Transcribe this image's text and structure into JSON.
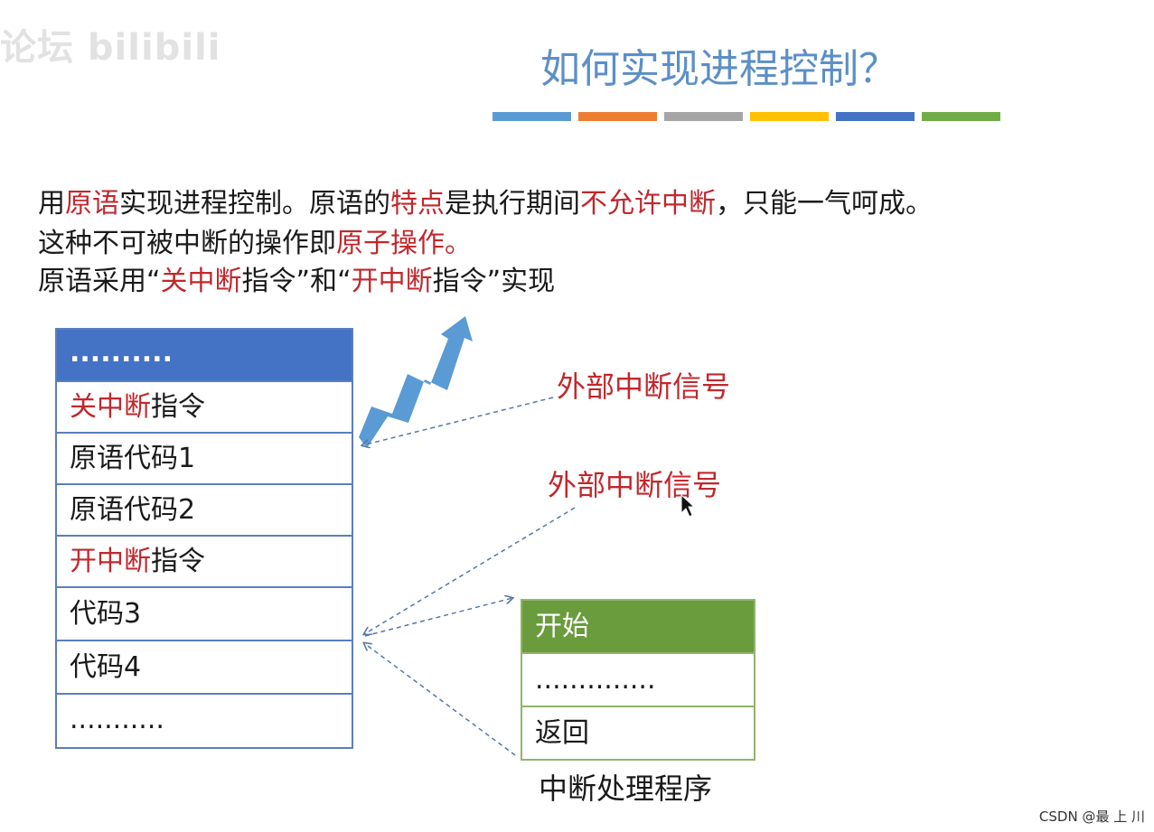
{
  "watermark": "论坛 bilibili",
  "title": "如何实现进程控制？",
  "color_bar": [
    "#5b9bd5",
    "#ed7d31",
    "#a5a5a5",
    "#ffc000",
    "#4472c4",
    "#70ad47"
  ],
  "paragraph": {
    "line1": [
      "用",
      "原语",
      "实现进程控制。原语的",
      "特点",
      "是执行期间",
      "不允许中断",
      "，只能一气呵成。"
    ],
    "line2": [
      "这种不可被中断的操作即",
      "原子操作。"
    ],
    "line3": [
      "原语采用“",
      "关中断",
      "指令”和“",
      "开中断",
      "指令”实现"
    ]
  },
  "stack": {
    "header": "..........",
    "rows": [
      {
        "red": "关中断",
        "rest": "指令"
      },
      {
        "red": "",
        "rest": "原语代码1"
      },
      {
        "red": "",
        "rest": "原语代码2"
      },
      {
        "red": "开中断",
        "rest": "指令"
      },
      {
        "red": "",
        "rest": "代码3"
      },
      {
        "red": "",
        "rest": "代码4"
      },
      {
        "red": "",
        "rest": "..........."
      }
    ]
  },
  "signals": [
    "外部中断信号",
    "外部中断信号"
  ],
  "handler": {
    "rows": [
      "开始",
      "..............",
      "返回"
    ],
    "caption": "中断处理程序"
  },
  "footer": "CSDN @最 上 川"
}
